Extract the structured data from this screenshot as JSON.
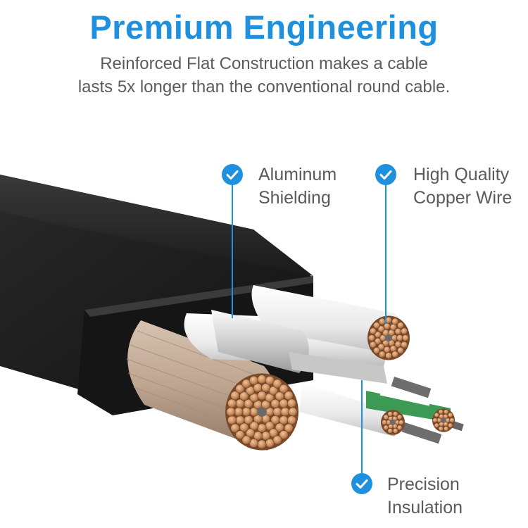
{
  "header": {
    "title": "Premium Engineering",
    "subtitle_line1": "Reinforced Flat Construction makes a cable",
    "subtitle_line2": "lasts 5x longer than the conventional round cable."
  },
  "callouts": [
    {
      "line1": "Aluminum",
      "line2": "Shielding",
      "icon": "check-circle-icon"
    },
    {
      "line1": "High Quality",
      "line2": "Copper Wire",
      "icon": "check-circle-icon"
    },
    {
      "line1": "Precision",
      "line2": "Insulation",
      "icon": "check-circle-icon"
    }
  ],
  "colors": {
    "accent": "#1e90dd",
    "subtitle_text": "#5b5b5b",
    "label_text": "#5a5a5a",
    "cable_jacket": "#1e1e1e",
    "copper": "#c98b5e",
    "insulation_white": "#f0f0f0",
    "inner_green": "#2e9a4e"
  }
}
